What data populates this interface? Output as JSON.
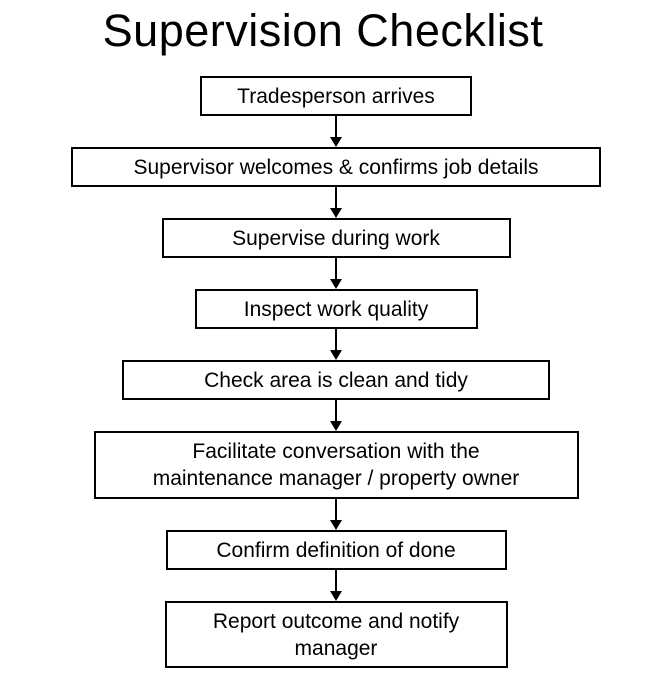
{
  "page": {
    "title": "Supervision Checklist",
    "background_color": "#ffffff",
    "text_color": "#000000"
  },
  "flowchart": {
    "type": "flowchart",
    "direction": "top-down",
    "node_fill": "#ffffff",
    "node_border_color": "#000000",
    "arrow_color": "#000000",
    "nodes": [
      {
        "id": "n1",
        "label": "Tradesperson arrives"
      },
      {
        "id": "n2",
        "label": "Supervisor welcomes & confirms job details"
      },
      {
        "id": "n3",
        "label": "Supervise during work"
      },
      {
        "id": "n4",
        "label": "Inspect work quality"
      },
      {
        "id": "n5",
        "label": "Check area is clean and tidy"
      },
      {
        "id": "n6",
        "label": "Facilitate conversation with the\nmaintenance manager / property owner"
      },
      {
        "id": "n7",
        "label": "Confirm definition of done"
      },
      {
        "id": "n8",
        "label": "Report outcome and notify\nmanager"
      }
    ],
    "edges": [
      [
        "n1",
        "n2"
      ],
      [
        "n2",
        "n3"
      ],
      [
        "n3",
        "n4"
      ],
      [
        "n4",
        "n5"
      ],
      [
        "n5",
        "n6"
      ],
      [
        "n6",
        "n7"
      ],
      [
        "n7",
        "n8"
      ]
    ]
  }
}
